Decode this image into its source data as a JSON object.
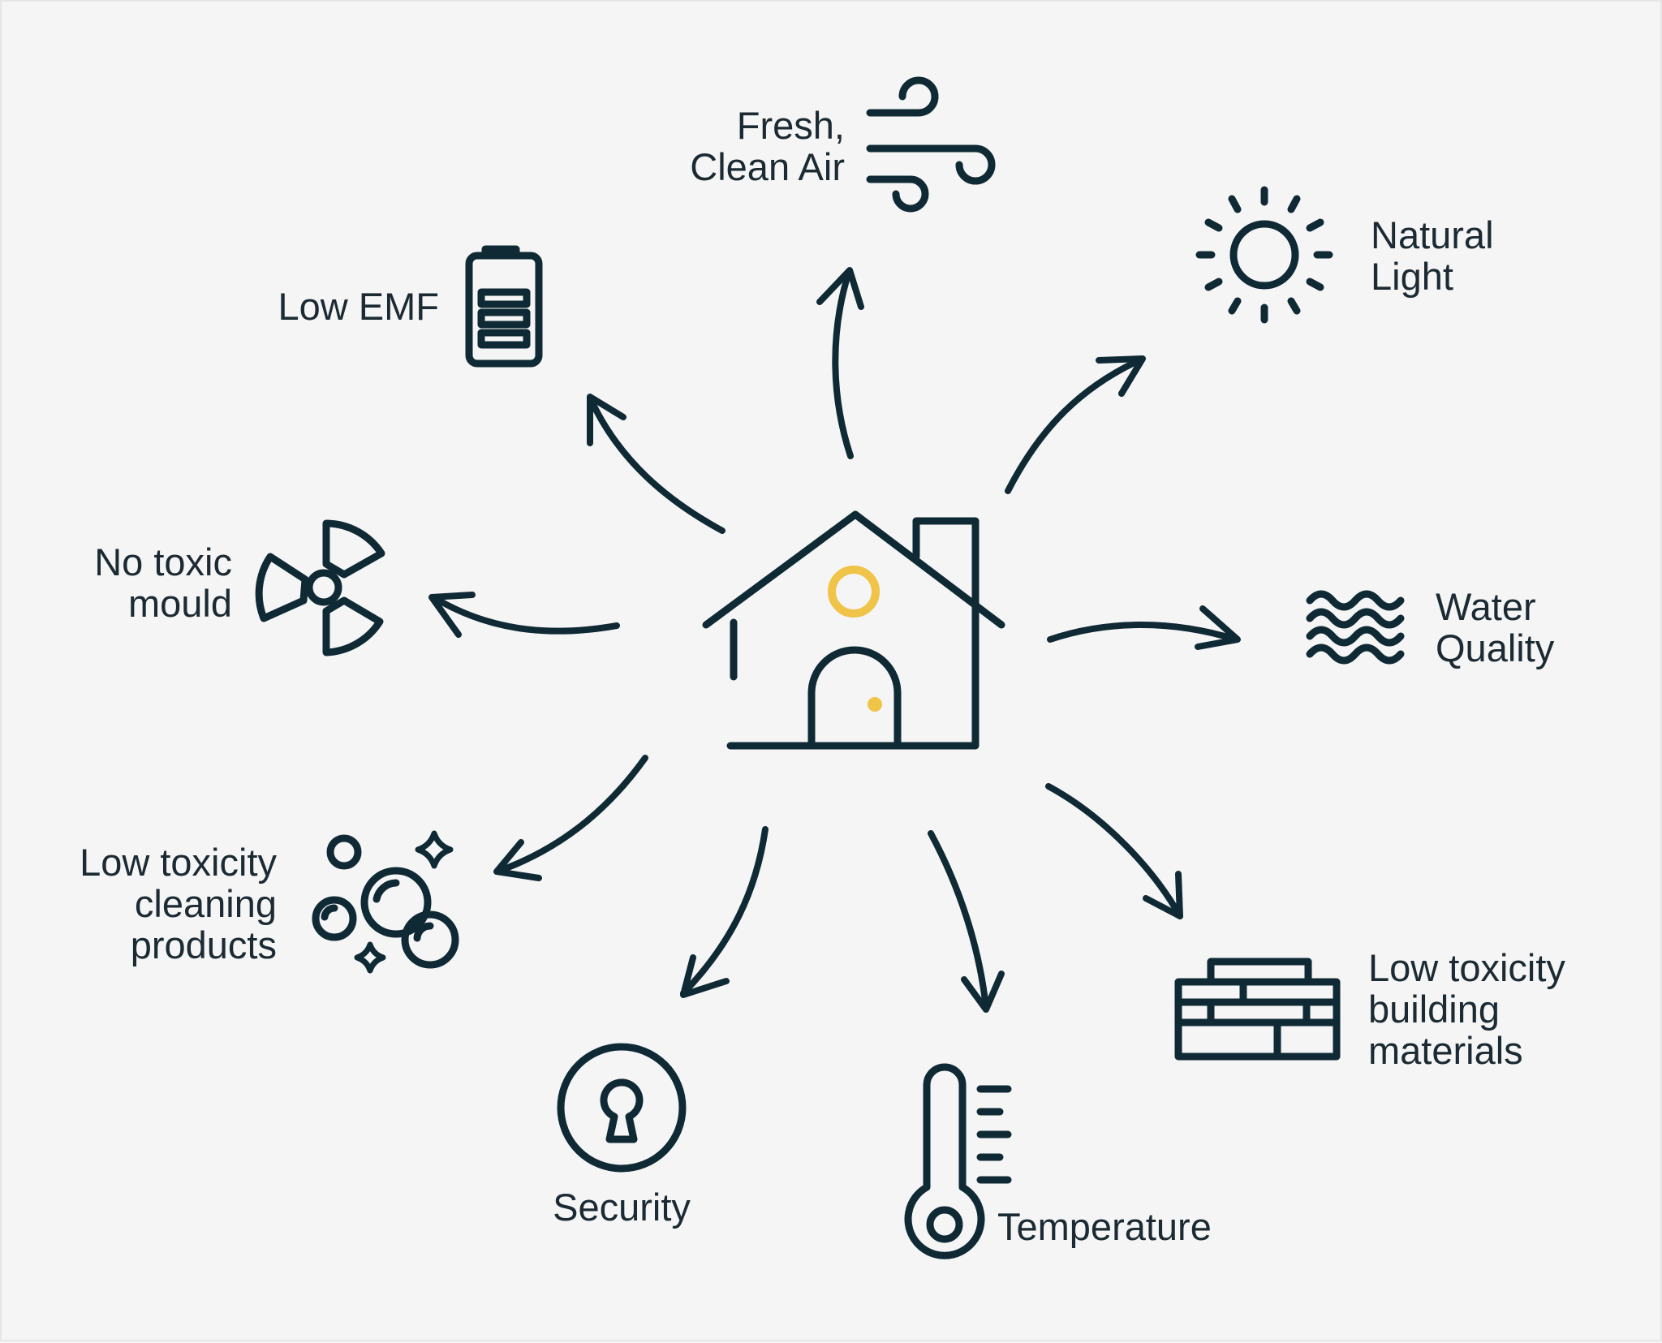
{
  "colors": {
    "ink": "#0f2a35",
    "accent": "#f0c349",
    "background": "#f5f5f5"
  },
  "center": {
    "icon": "house-icon"
  },
  "items": [
    {
      "id": "air",
      "icon": "wind-icon",
      "lines": [
        "Fresh,",
        "Clean Air"
      ]
    },
    {
      "id": "light",
      "icon": "sun-icon",
      "lines": [
        "Natural",
        "Light"
      ]
    },
    {
      "id": "water",
      "icon": "waves-icon",
      "lines": [
        "Water",
        "Quality"
      ]
    },
    {
      "id": "materials",
      "icon": "brick-wall-icon",
      "lines": [
        "Low toxicity",
        "building",
        "materials"
      ]
    },
    {
      "id": "temperature",
      "icon": "thermometer-icon",
      "lines": [
        "Temperature"
      ]
    },
    {
      "id": "security",
      "icon": "keyhole-icon",
      "lines": [
        "Security"
      ]
    },
    {
      "id": "cleaning",
      "icon": "bubbles-icon",
      "lines": [
        "Low toxicity",
        "cleaning",
        "products"
      ]
    },
    {
      "id": "mould",
      "icon": "radiation-icon",
      "lines": [
        "No toxic",
        "mould"
      ]
    },
    {
      "id": "emf",
      "icon": "battery-icon",
      "lines": [
        "Low EMF"
      ]
    }
  ]
}
